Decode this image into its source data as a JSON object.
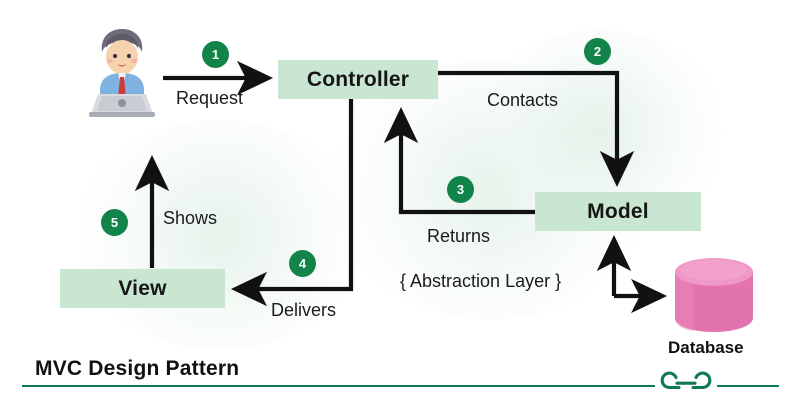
{
  "diagram": {
    "title": "MVC Design Pattern",
    "accent_green": "#12844a",
    "node_fill": "#c8e6d1",
    "database_pink": "#e87bb4",
    "rule_color": "#0f7a52"
  },
  "nodes": [
    {
      "id": "controller",
      "label": "Controller"
    },
    {
      "id": "model",
      "label": "Model"
    },
    {
      "id": "view",
      "label": "View"
    }
  ],
  "actors": {
    "user_icon": "user-at-laptop-icon",
    "database_icon": "database-cylinder-icon",
    "database_label": "Database"
  },
  "edges": [
    {
      "id": "request",
      "label": "Request",
      "step": "1",
      "from": "user",
      "to": "controller"
    },
    {
      "id": "contacts",
      "label": "Contacts",
      "step": "2",
      "from": "controller",
      "to": "model"
    },
    {
      "id": "returns",
      "label": "Returns",
      "step": "3",
      "from": "model",
      "to": "controller"
    },
    {
      "id": "delivers",
      "label": "Delivers",
      "step": "4",
      "from": "controller",
      "to": "view"
    },
    {
      "id": "shows",
      "label": "Shows",
      "step": "5",
      "from": "view",
      "to": "user"
    }
  ],
  "annotations": {
    "abstraction_layer": "{ Abstraction Layer }"
  },
  "branding": {
    "logo_name": "geeksforgeeks-logo"
  }
}
